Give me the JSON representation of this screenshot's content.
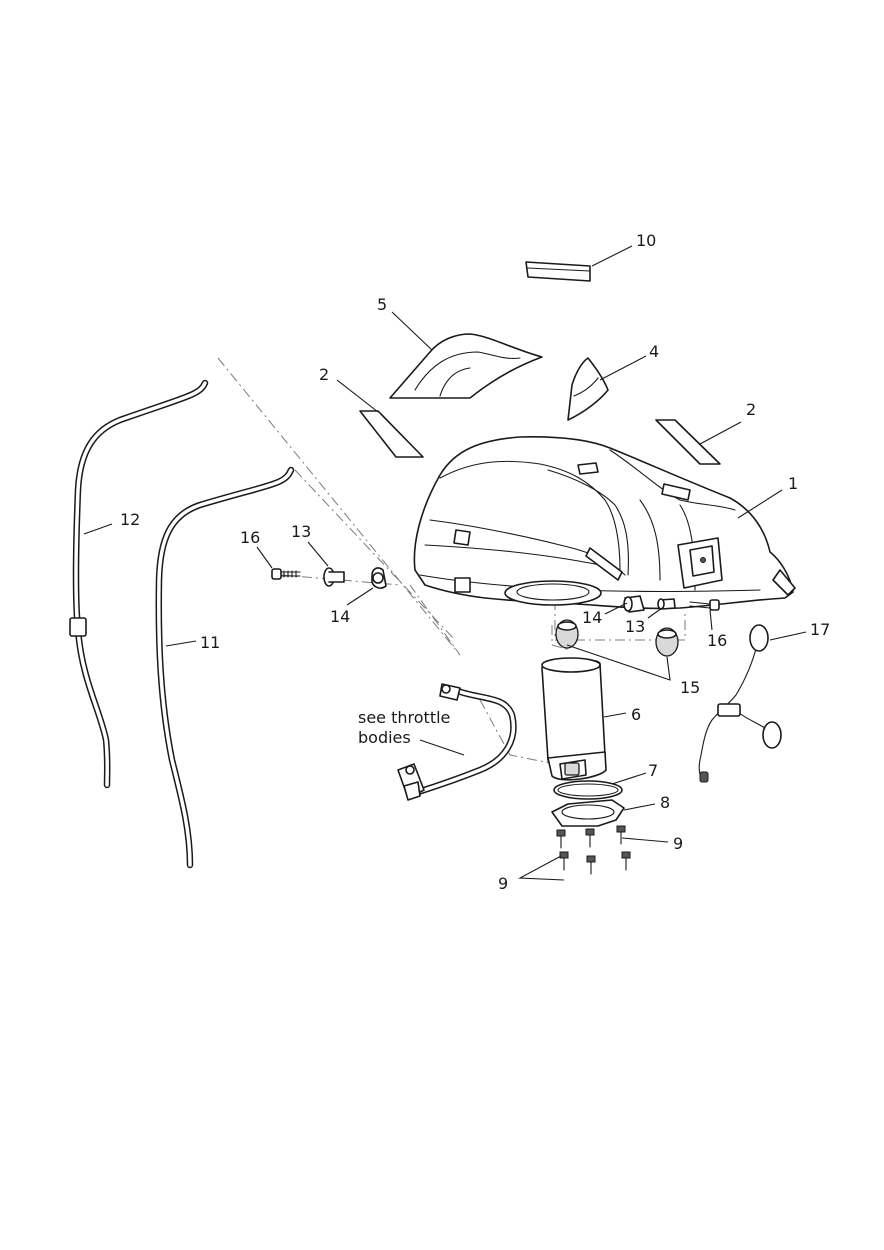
{
  "callouts": {
    "c1": "1",
    "c2a": "2",
    "c2b": "2",
    "c4": "4",
    "c5": "5",
    "c6": "6",
    "c7": "7",
    "c8": "8",
    "c9a": "9",
    "c9b": "9",
    "c10": "10",
    "c11": "11",
    "c12": "12",
    "c13a": "13",
    "c13b": "13",
    "c14a": "14",
    "c14b": "14",
    "c15": "15",
    "c16a": "16",
    "c16b": "16",
    "c17": "17"
  },
  "note": {
    "line1": "see throttle",
    "line2": "bodies"
  }
}
